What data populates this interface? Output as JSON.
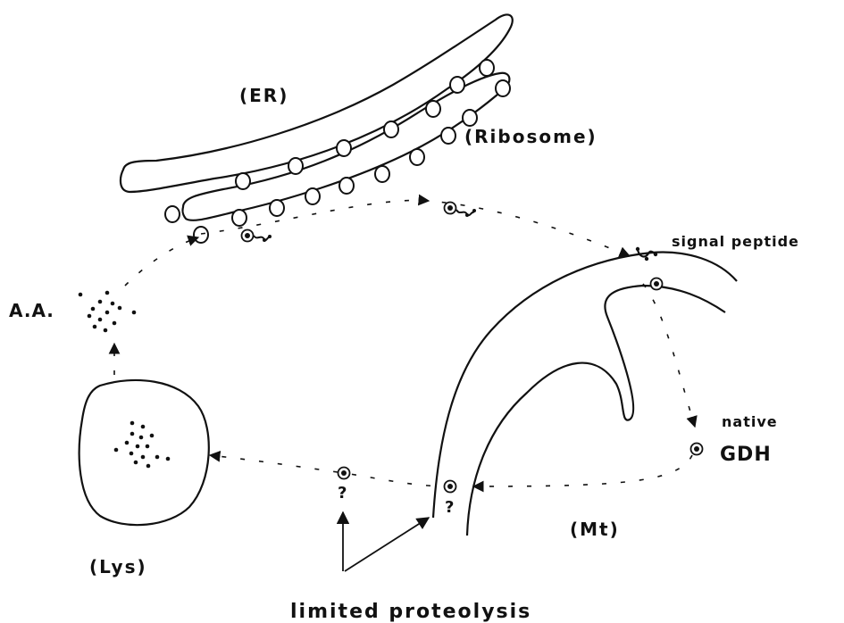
{
  "labels": {
    "er": "(ER)",
    "ribosome": "(Ribosome)",
    "signal_peptide": "signal peptide",
    "aa": "A.A.",
    "lys": "(Lys)",
    "native": "native",
    "gdh": "GDH",
    "mt": "(Mt)",
    "question_left": "?",
    "question_right": "?",
    "limited_proteolysis": "limited proteolysis"
  },
  "colors": {
    "ink": "#111111",
    "background": "#ffffff"
  }
}
